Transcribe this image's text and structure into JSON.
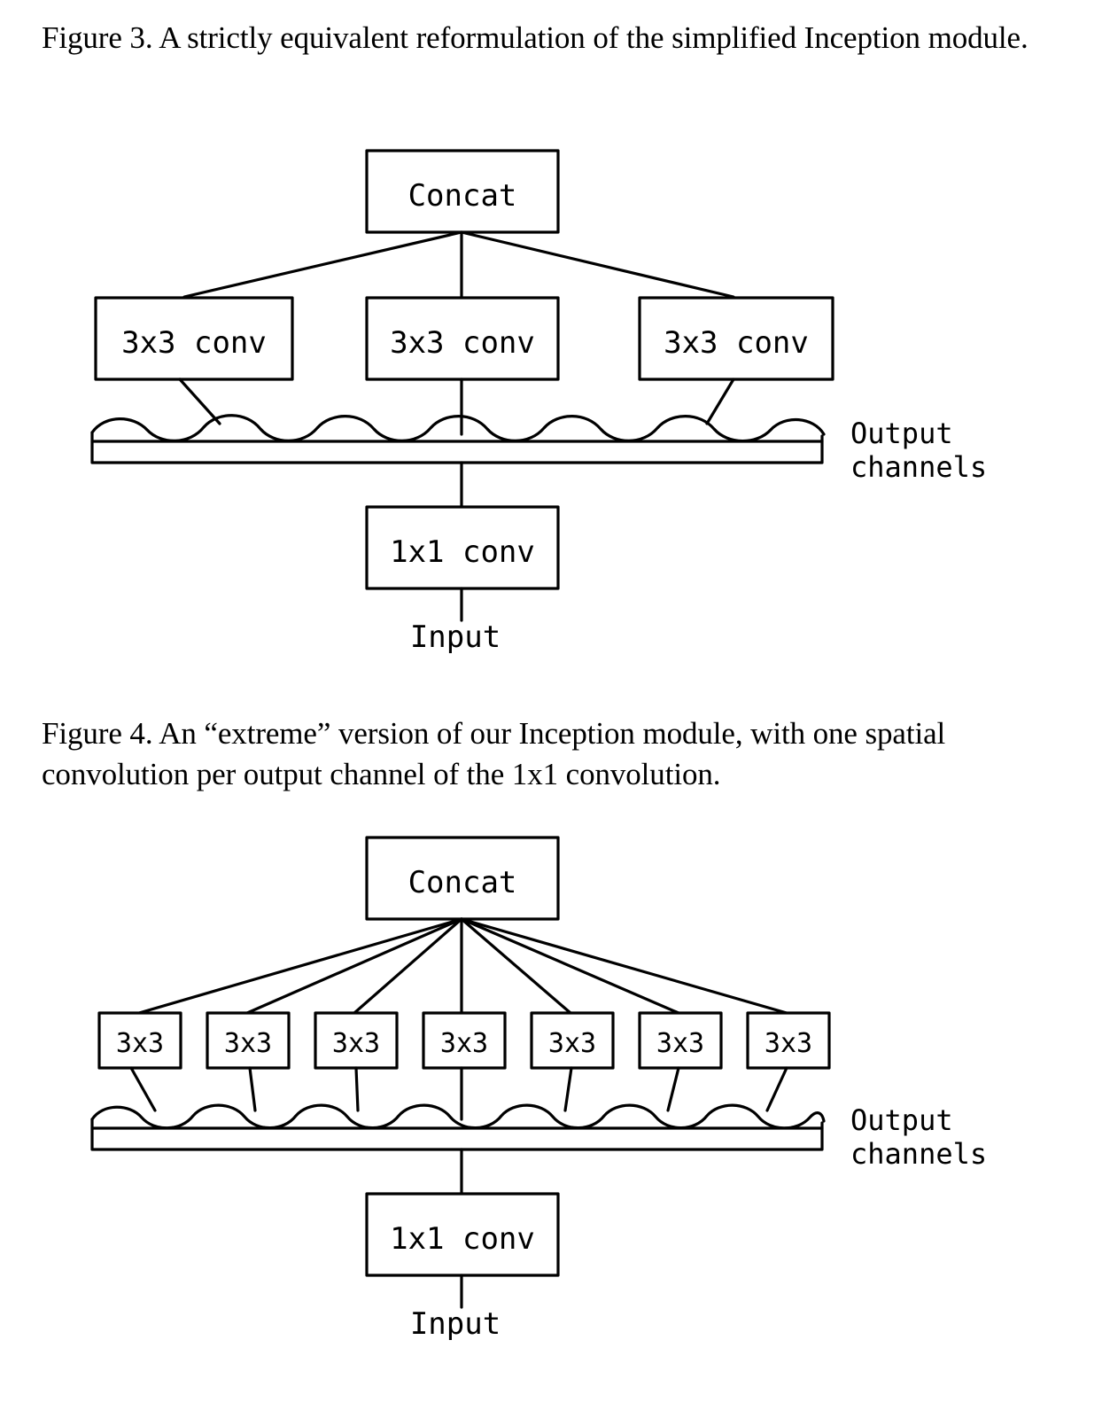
{
  "figures": [
    {
      "id": "figure-3",
      "caption": "Figure 3. A strictly equivalent reformulation of the simplified Inception module.",
      "nodes": {
        "concat": "Concat",
        "conv_left": "3x3 conv",
        "conv_mid": "3x3 conv",
        "conv_right": "3x3 conv",
        "output_channels_line1": "Output",
        "output_channels_line2": "channels",
        "conv1x1": "1x1 conv",
        "input": "Input"
      },
      "branches": [
        "3x3 conv",
        "3x3 conv",
        "3x3 conv"
      ]
    },
    {
      "id": "figure-4",
      "caption": "Figure 4. An “extreme” version of our Inception module, with one spatial convolution per output channel of the 1x1 convolution.",
      "nodes": {
        "concat": "Concat",
        "output_channels_line1": "Output",
        "output_channels_line2": "channels",
        "conv1x1": "1x1 conv",
        "input": "Input"
      },
      "branches": [
        "3x3",
        "3x3",
        "3x3",
        "3x3",
        "3x3",
        "3x3",
        "3x3"
      ]
    }
  ],
  "colors": {
    "stroke": "#000000",
    "background": "#ffffff",
    "text": "#000000"
  }
}
